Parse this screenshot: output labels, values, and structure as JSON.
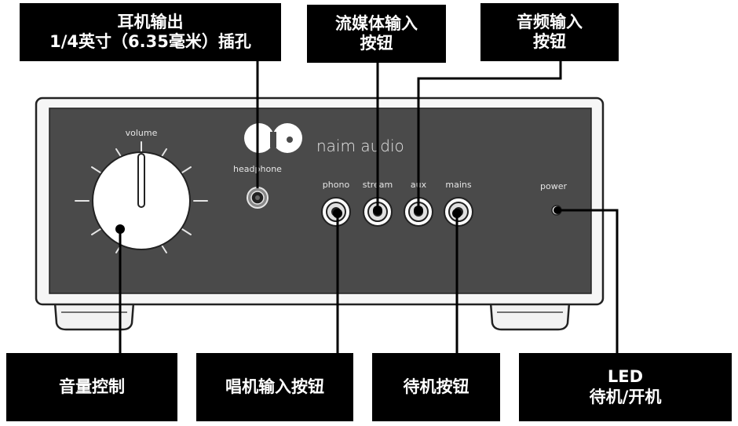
{
  "callouts": {
    "headphone": [
      "耳机输出",
      "1/4英寸（6.35毫米）插孔"
    ],
    "stream_button": [
      "流媒体输入",
      "按钮"
    ],
    "aux_button": [
      "音频输入",
      "按钮"
    ],
    "volume_control": [
      "音量控制"
    ],
    "phono_button": [
      "唱机输入按钮"
    ],
    "standby_button": [
      "待机按钮"
    ],
    "led": [
      "LED",
      "待机/开机"
    ]
  },
  "panel": {
    "volume_label": "volume",
    "headphone_label": "headphone",
    "brand": "naim audio",
    "power_label": "power",
    "buttons": [
      "phono",
      "stream",
      "aux",
      "mains"
    ]
  },
  "colors": {
    "panel": "#4a4a4a",
    "callout_bg": "#000000",
    "callout_text": "#ffffff",
    "leader_line": "#000000"
  }
}
